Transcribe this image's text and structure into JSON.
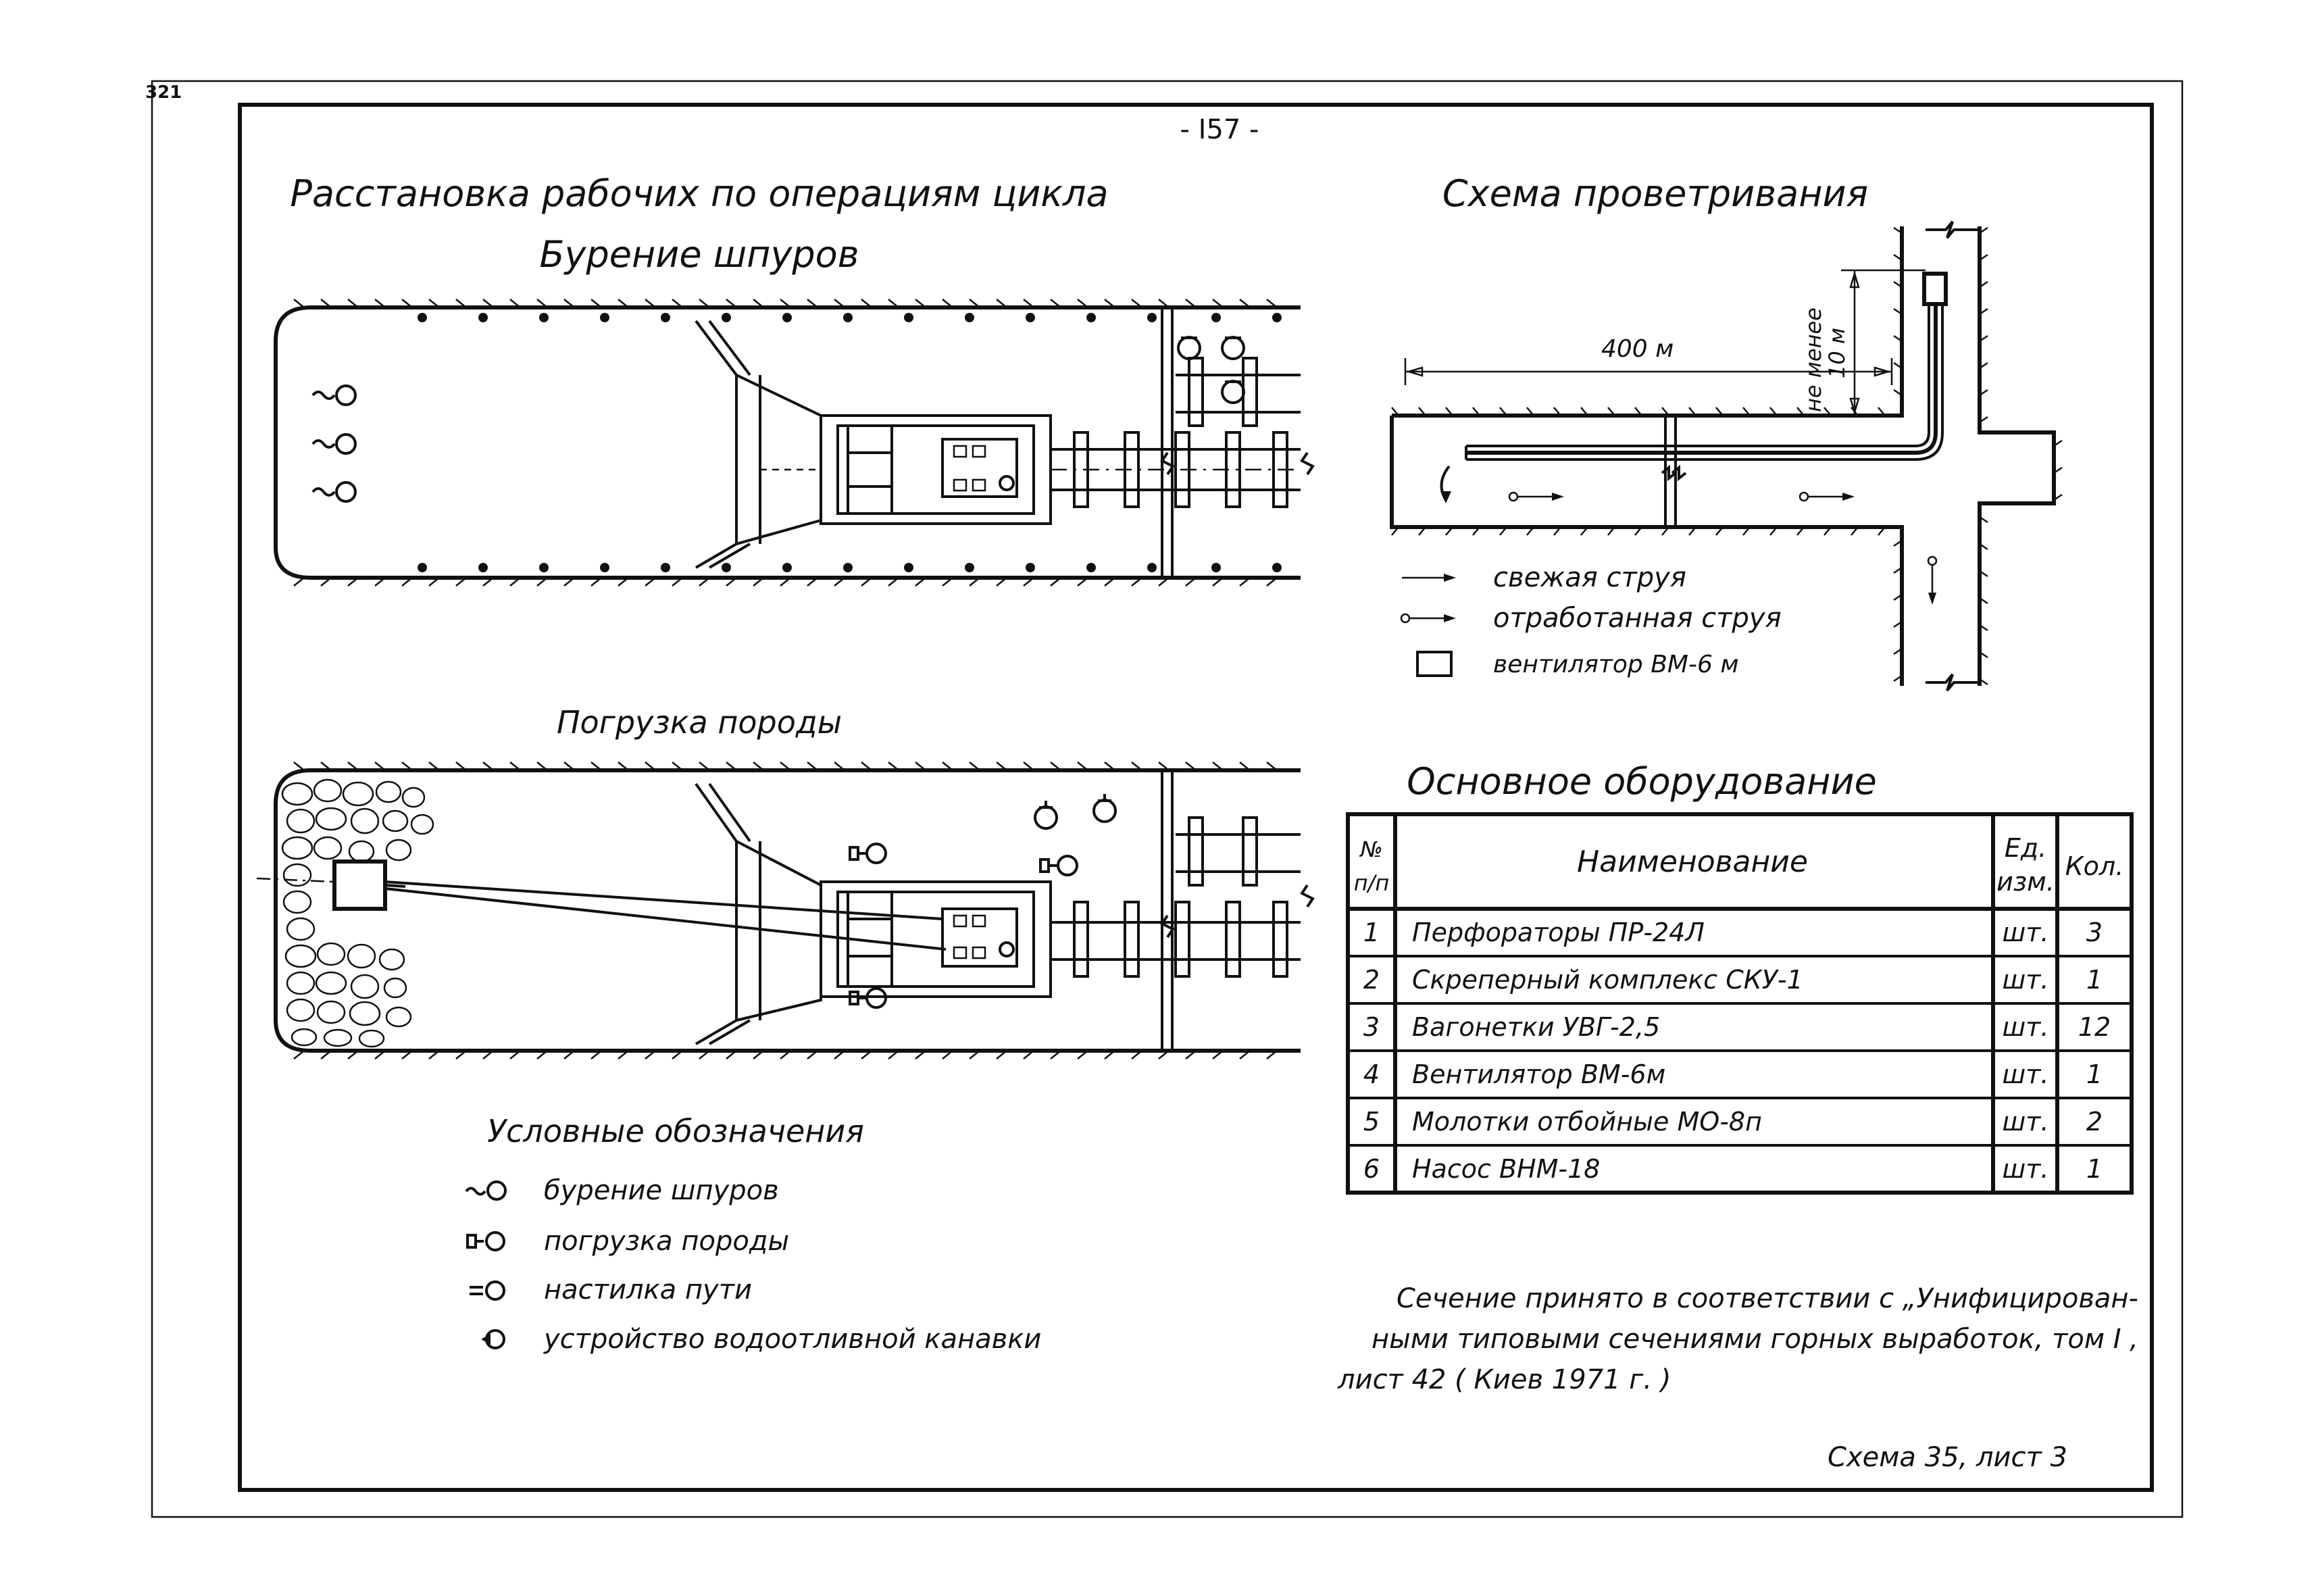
{
  "sheet": {
    "corner_mark": "321",
    "page_number": "- I57 -",
    "sheet_caption": "Схема 35, лист 3"
  },
  "main_title": "Расстановка рабочих по операциям цикла",
  "drilling": {
    "title": "Бурение шпуров"
  },
  "loading": {
    "title": "Погрузка породы"
  },
  "ventilation": {
    "title": "Схема проветривания",
    "distance_label": "400 м",
    "min_label_line1": "не менее",
    "min_label_line2": "10 м",
    "legend": [
      {
        "symbol": "arrow",
        "label": "свежая струя"
      },
      {
        "symbol": "arrow-dot",
        "label": "отработанная струя"
      },
      {
        "symbol": "box",
        "label": "вентилятор ВМ-6 м"
      }
    ]
  },
  "legend": {
    "title": "Условные обозначения",
    "items": [
      {
        "symbol": "drilling-icon",
        "label": "бурение шпуров"
      },
      {
        "symbol": "loading-icon",
        "label": "погрузка породы"
      },
      {
        "symbol": "track-laying-icon",
        "label": "настилка пути"
      },
      {
        "symbol": "drainage-icon",
        "label": "устройство водоотливной канавки"
      }
    ]
  },
  "equipment": {
    "title": "Основное оборудование",
    "headers": {
      "num_line1": "№",
      "num_line2": "п/п",
      "name": "Наименование",
      "unit_line1": "Ед.",
      "unit_line2": "изм.",
      "qty": "Кол."
    },
    "rows": [
      {
        "num": "1",
        "name": "Перфораторы   ПР-24Л",
        "unit": "шт.",
        "qty": "3"
      },
      {
        "num": "2",
        "name": "Скреперный комплекс  СКУ-1",
        "unit": "шт.",
        "qty": "1"
      },
      {
        "num": "3",
        "name": "Вагонетки  УВГ-2,5",
        "unit": "шт.",
        "qty": "12"
      },
      {
        "num": "4",
        "name": "Вентилятор  ВМ-6м",
        "unit": "шт.",
        "qty": "1"
      },
      {
        "num": "5",
        "name": "Молотки отбойные  МО-8п",
        "unit": "шт.",
        "qty": "2"
      },
      {
        "num": "6",
        "name": "Насос   ВНМ-18",
        "unit": "шт.",
        "qty": "1"
      }
    ]
  },
  "note": {
    "line1": "Сечение принято в соответствии с „Унифицирован-",
    "line2": "ными типовыми сечениями горных выработок, том I ,",
    "line3": "лист 42 ( Киев 1971 г. )"
  }
}
